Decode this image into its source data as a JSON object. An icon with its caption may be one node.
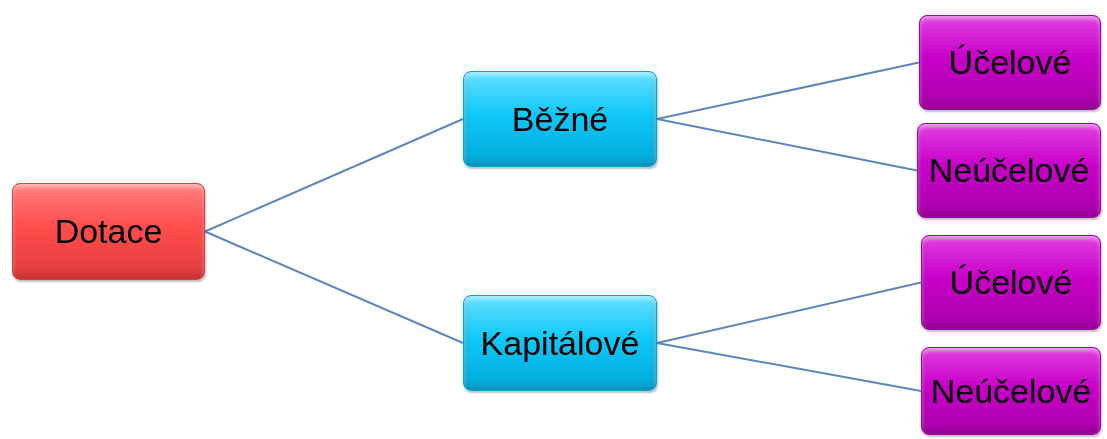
{
  "diagram": {
    "nodes": [
      {
        "text": [
          "Dotace"
        ]
      },
      {
        "text": [
          "Běžné"
        ]
      },
      {
        "text": [
          "Kapitálové"
        ]
      },
      {
        "text": [
          "Účelové"
        ]
      },
      {
        "text": [
          "Neúčelové"
        ]
      },
      {
        "text": [
          "Účelové"
        ]
      },
      {
        "text": [
          "Neúčelové"
        ]
      }
    ],
    "edges": [
      {
        "from": 0,
        "to": 1,
        "arrow": "none"
      },
      {
        "from": 0,
        "to": 2,
        "arrow": "none"
      },
      {
        "from": 1,
        "to": 3,
        "arrow": "none"
      },
      {
        "from": 1,
        "to": 4,
        "arrow": "none"
      },
      {
        "from": 2,
        "to": 5,
        "arrow": "none"
      },
      {
        "from": 2,
        "to": 6,
        "arrow": "none"
      }
    ]
  }
}
